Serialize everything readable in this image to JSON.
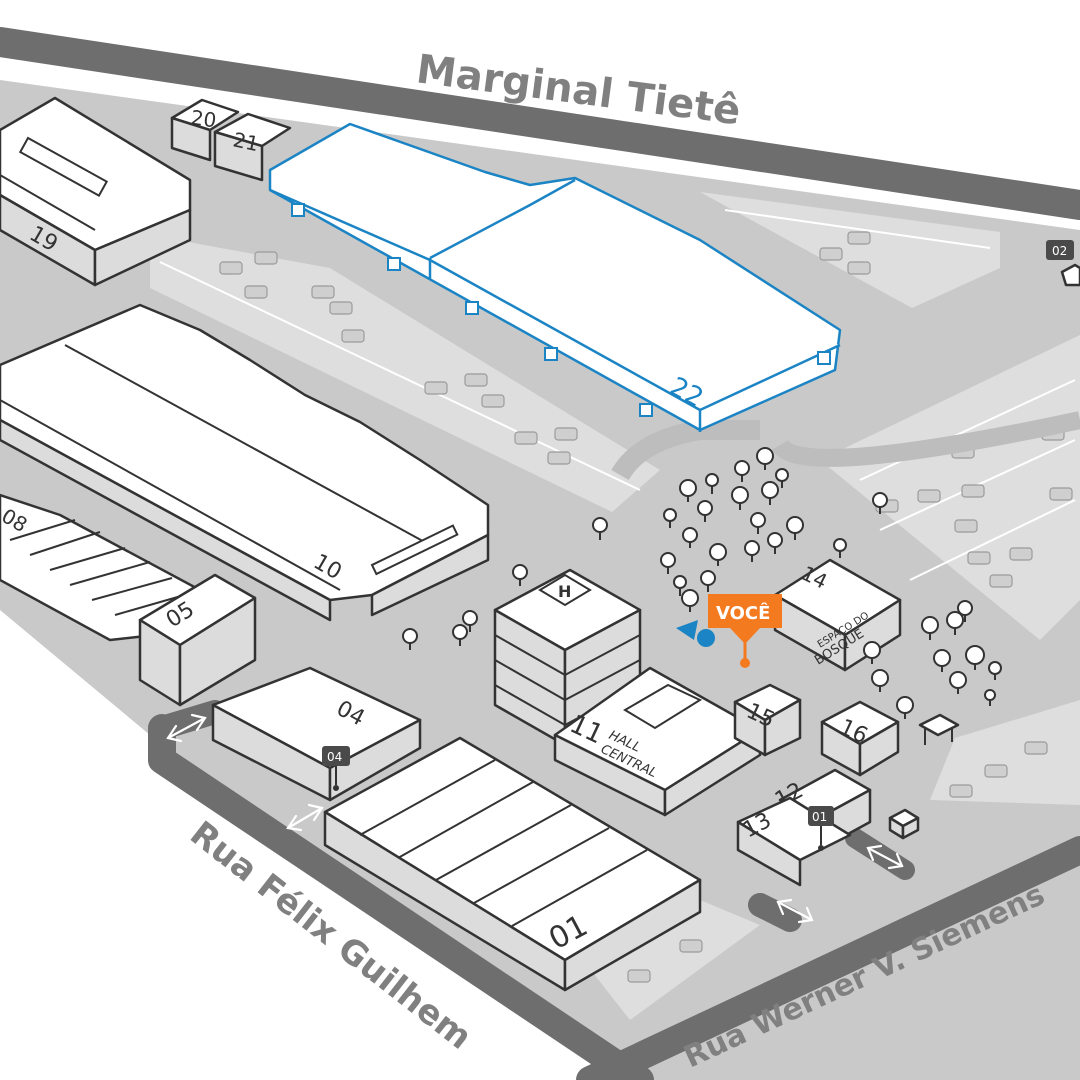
{
  "roads": {
    "marginal": "Marginal Tietê",
    "felix": "Rua Félix Guilhem",
    "werner": "Rua Werner V. Siemens"
  },
  "buildings": {
    "b01": "01",
    "b04": "04",
    "b05": "05",
    "b08": "08",
    "b10": "10",
    "b11": "11",
    "b11_name_1": "HALL",
    "b11_name_2": "CENTRAL",
    "b12": "12",
    "b13": "13",
    "b14": "14",
    "b14_name_1": "ESPAÇO DO",
    "b14_name_2": "BOSQUE",
    "b15": "15",
    "b16": "16",
    "b19": "19",
    "b20": "20",
    "b21": "21",
    "b22": "22",
    "helipad": "H"
  },
  "gates": {
    "g01": "01",
    "g02": "02",
    "g04": "04"
  },
  "marker": {
    "label": "VOCÊ",
    "color": "#f47a20"
  },
  "colors": {
    "highlight": "#1b84c4",
    "road": "#6e6e6e",
    "ground": "#c9c9c9"
  }
}
